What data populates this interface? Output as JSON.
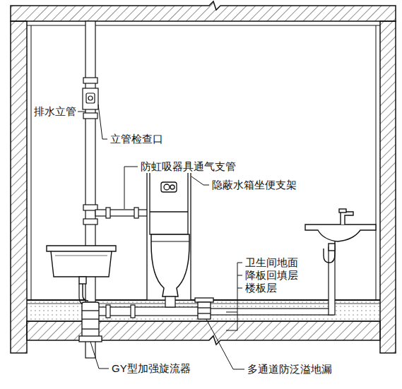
{
  "diagram": {
    "labels": [
      "排水立管",
      "立管检查口",
      "防虹吸器具通气支管",
      "隐蔽水箱坐便支架",
      "卫生间地面",
      "降板回填层",
      "楼板层",
      "GY型加强旋流器",
      "多通道防泛溢地漏"
    ]
  }
}
